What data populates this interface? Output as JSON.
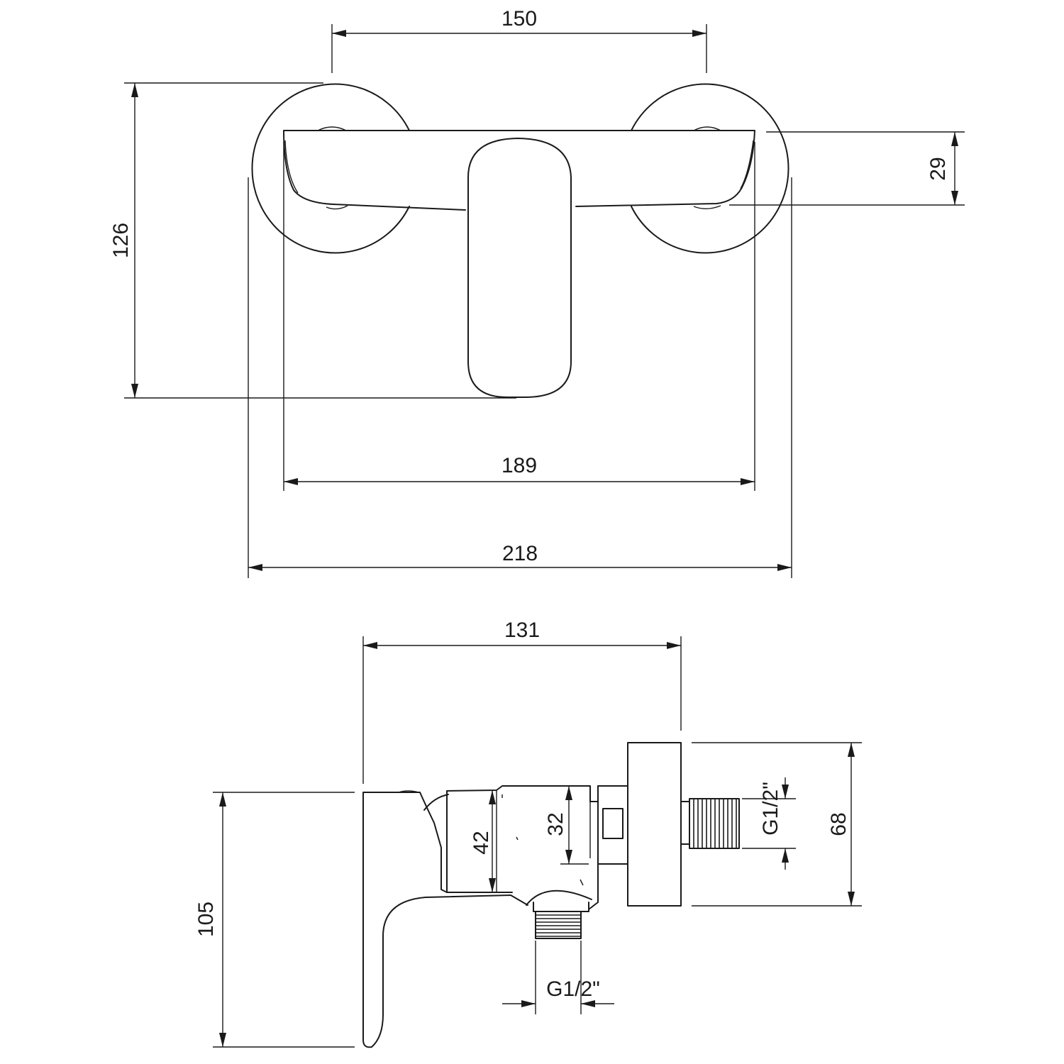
{
  "dimensions": {
    "front_spacing": "150",
    "front_height": "126",
    "front_body_height": "29",
    "front_body_width": "189",
    "front_total_width": "218",
    "side_depth": "131",
    "side_height": "105",
    "side_valve_a": "42",
    "side_valve_b": "32",
    "side_flange": "68",
    "thread_outlet": "G1/2\"",
    "thread_inlet": "G1/2\""
  },
  "colors": {
    "line": "#1a1a1a",
    "background": "#ffffff"
  }
}
